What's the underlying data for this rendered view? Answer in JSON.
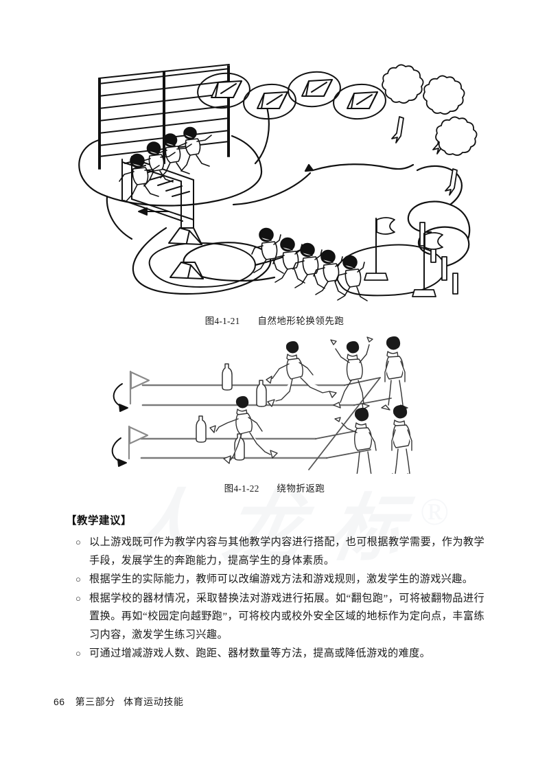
{
  "document": {
    "page_background": "#ffffff",
    "ink_color": "#1a1a1a"
  },
  "figures": [
    {
      "id": "fig-4-1-21",
      "number": "图4-1-21",
      "title": "自然地形轮换领先跑",
      "alt": "自然地形障碍路线示意图：围栏、攀爬梯、垫子、标志桶、树木、标志杆与跑动的学生队列",
      "elements": [
        "fence-obstacle",
        "horizontal-ladder",
        "mat-obstacles",
        "cone-obstacles",
        "trees",
        "slalom-poles",
        "flag-poles",
        "runner-group-front",
        "runner-group-rear",
        "route-path-loop"
      ]
    },
    {
      "id": "fig-4-1-22",
      "number": "图4-1-22",
      "title": "绕物折返跑",
      "alt": "绕物折返跑示意图：两条跑道、终点旗、作为标志物的水瓶、折返箭头、跑动与等待的学生",
      "elements": [
        "track-lanes",
        "turn-flags",
        "turnaround-arrows",
        "bottle-markers",
        "running-students",
        "waiting-students"
      ]
    }
  ],
  "content": {
    "heading": "【教学建议】",
    "bullet_marker": "○",
    "bullets": [
      "以上游戏既可作为教学内容与其他教学内容进行搭配，也可根据教学需要，作为教学手段，发展学生的奔跑能力，提高学生的身体素质。",
      "根据学生的实际能力，教师可以改编游戏方法和游戏规则，激发学生的游戏兴趣。",
      "根据学校的器材情况，采取替换法对游戏进行拓展。如“翻包跑”，可将被翻物品进行置换。再如“校园定向越野跑”，可将校内或校外安全区域的地标作为定向点，丰富练习内容，激发学生练习兴趣。",
      "可通过增减游戏人数、跑距、器材数量等方法，提高或降低游戏的难度。"
    ]
  },
  "footer": {
    "page_number": "66",
    "part": "第三部分",
    "section": "体育运动技能"
  },
  "watermark": {
    "glyphs": [
      "人",
      "龙",
      "标"
    ],
    "registered_mark": "®"
  }
}
